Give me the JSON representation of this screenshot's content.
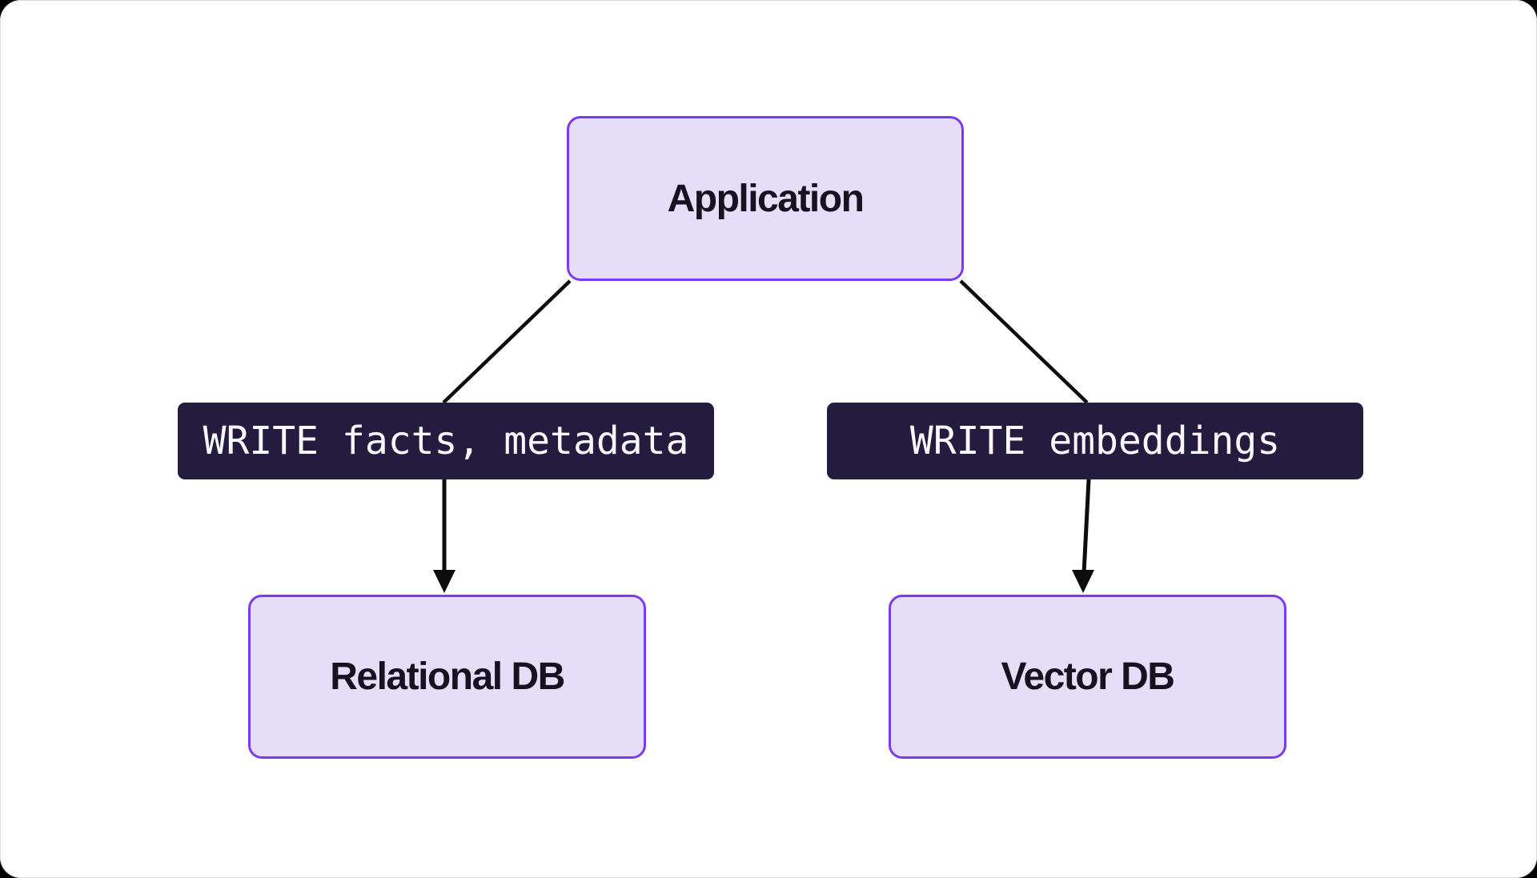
{
  "diagram": {
    "type": "flowchart-top-down",
    "nodes": [
      {
        "id": "application",
        "label": "Application"
      },
      {
        "id": "relational-db",
        "label": "Relational DB"
      },
      {
        "id": "vector-db",
        "label": "Vector DB"
      }
    ],
    "edges": [
      {
        "from": "application",
        "to": "relational-db",
        "label": "WRITE facts, metadata"
      },
      {
        "from": "application",
        "to": "vector-db",
        "label": "WRITE embeddings"
      }
    ],
    "colors": {
      "page_background": "#000000",
      "canvas_background": "#ffffff",
      "node_fill": "#e6def9",
      "node_border": "#7a3bf2",
      "node_text": "#16121f",
      "edge_label_background": "#241c3e",
      "edge_label_text": "#f8f7fb",
      "edge_line": "#0d0d0d"
    }
  }
}
